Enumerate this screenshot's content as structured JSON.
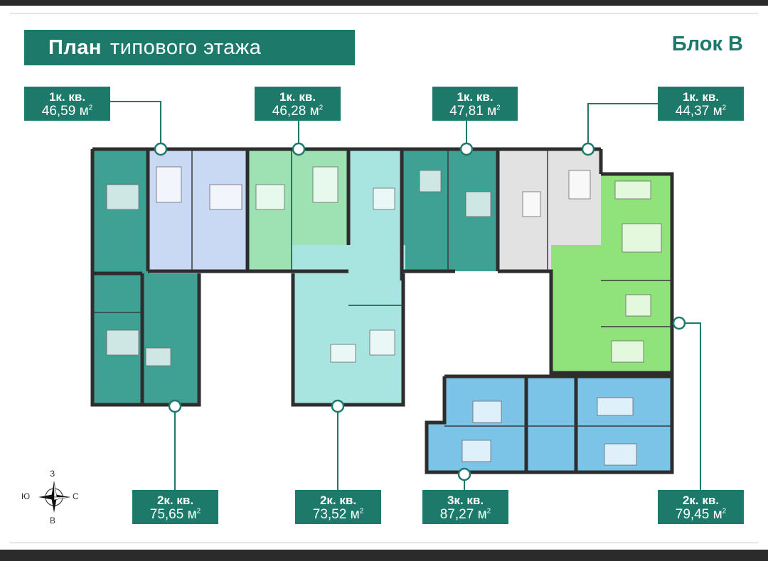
{
  "header": {
    "title_bold": "План",
    "title_rest": "типового этажа",
    "block": "Блок В"
  },
  "apartments": [
    {
      "id": "a1",
      "rooms": "1к. кв.",
      "area": "46,59 м",
      "sup": "2"
    },
    {
      "id": "a2",
      "rooms": "1к. кв.",
      "area": "46,28 м",
      "sup": "2"
    },
    {
      "id": "a3",
      "rooms": "1к. кв.",
      "area": "47,81 м",
      "sup": "2"
    },
    {
      "id": "a4",
      "rooms": "1к. кв.",
      "area": "44,37 м",
      "sup": "2"
    },
    {
      "id": "b1",
      "rooms": "2к. кв.",
      "area": "75,65 м",
      "sup": "2"
    },
    {
      "id": "b2",
      "rooms": "2к. кв.",
      "area": "73,52 м",
      "sup": "2"
    },
    {
      "id": "b3",
      "rooms": "3к. кв.",
      "area": "87,27 м",
      "sup": "2"
    },
    {
      "id": "b4",
      "rooms": "2к. кв.",
      "area": "79,45 м",
      "sup": "2"
    }
  ],
  "compass": {
    "north": "З",
    "south": "В",
    "west": "Ю",
    "east": "С"
  },
  "colors": {
    "brand": "#1d7a6a",
    "teal_dark": "#3fa193",
    "teal_light": "#a8e4e0",
    "blue_light": "#c9d9f4",
    "green_light": "#9ee2b4",
    "grey": "#e2e2e2",
    "lime": "#8fe37a",
    "blue": "#7cc3e8"
  }
}
